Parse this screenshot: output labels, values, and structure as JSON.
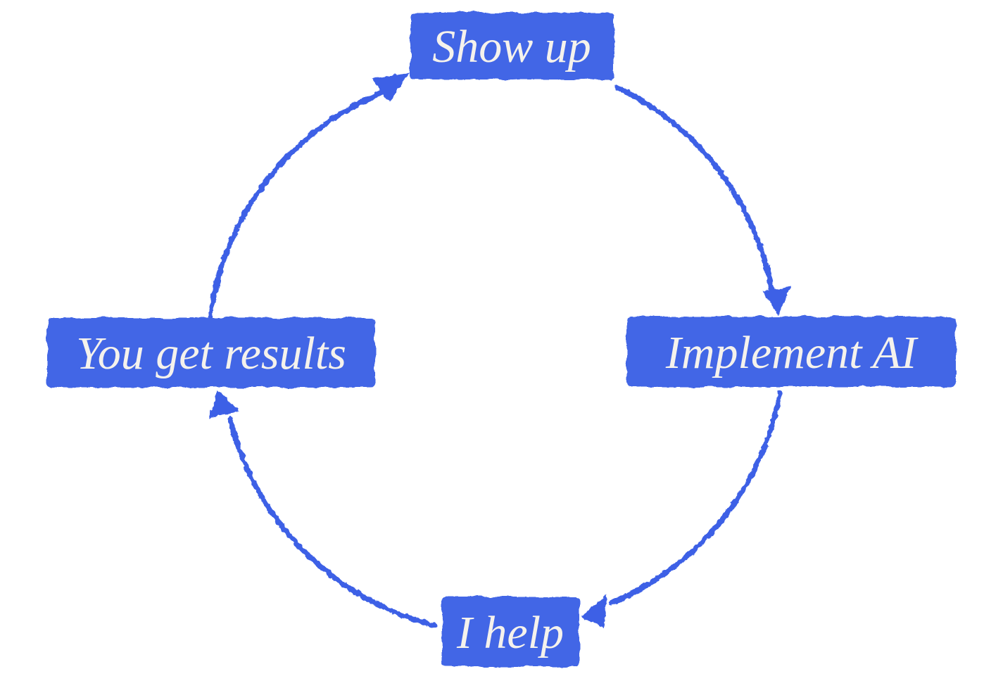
{
  "diagram": {
    "type": "cycle",
    "direction": "clockwise",
    "background": "#ffffff",
    "colors": {
      "box_fill": "#4266e6",
      "arrow": "#3c60e6",
      "label_text": "#f5f2ec"
    },
    "steps": [
      {
        "label": "Show up",
        "position": "top"
      },
      {
        "label": "Implement AI",
        "position": "right"
      },
      {
        "label": "I help",
        "position": "bottom"
      },
      {
        "label": "You get results",
        "position": "left"
      }
    ]
  }
}
